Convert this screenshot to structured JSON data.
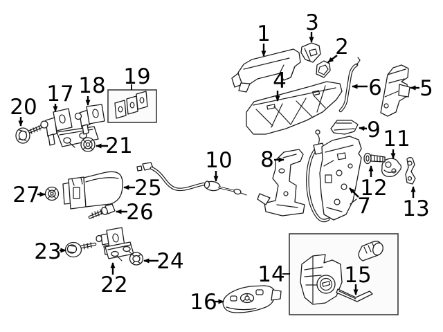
{
  "canvas": {
    "background": "#ffffff",
    "line_color": "#1a1a1a",
    "label_color": "#000000"
  },
  "callouts": [
    {
      "label": "1",
      "part": "outside-door-handle"
    },
    {
      "label": "2",
      "part": "handle-sensor-grommet"
    },
    {
      "label": "3",
      "part": "handle-end-cap"
    },
    {
      "label": "4",
      "part": "handle-carrier-reinforcement"
    },
    {
      "label": "5",
      "part": "lock-bracket"
    },
    {
      "label": "6",
      "part": "lock-rod"
    },
    {
      "label": "7",
      "part": "door-latch-assembly"
    },
    {
      "label": "8",
      "part": "latch-bracket"
    },
    {
      "label": "9",
      "part": "latch-clip"
    },
    {
      "label": "10",
      "part": "release-cable"
    },
    {
      "label": "11",
      "part": "striker"
    },
    {
      "label": "12",
      "part": "striker-bolt"
    },
    {
      "label": "13",
      "part": "mount-plate"
    },
    {
      "label": "14",
      "part": "lock-cylinder-kit"
    },
    {
      "label": "15",
      "part": "key-blade"
    },
    {
      "label": "16",
      "part": "key-fob"
    },
    {
      "label": "17",
      "part": "upper-hinge"
    },
    {
      "label": "18",
      "part": "hinge-link"
    },
    {
      "label": "19",
      "part": "shim-kit"
    },
    {
      "label": "20",
      "part": "hinge-bolt"
    },
    {
      "label": "21",
      "part": "flange-nut"
    },
    {
      "label": "22",
      "part": "lower-hinge"
    },
    {
      "label": "23",
      "part": "washer-bolt"
    },
    {
      "label": "24",
      "part": "hex-nut"
    },
    {
      "label": "25",
      "part": "door-check"
    },
    {
      "label": "26",
      "part": "check-bolt"
    },
    {
      "label": "27",
      "part": "check-nut"
    }
  ]
}
